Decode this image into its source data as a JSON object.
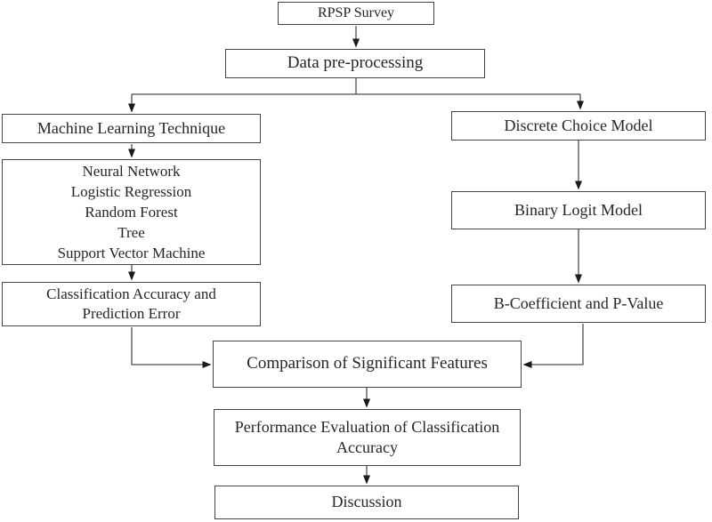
{
  "nodes": {
    "rpsp": {
      "label": "RPSP Survey"
    },
    "preprocess": {
      "label": "Data pre-processing"
    },
    "ml_technique": {
      "label": "Machine Learning Technique"
    },
    "ml_methods": {
      "lines": [
        "Neural Network",
        "Logistic Regression",
        "Random Forest",
        "Tree",
        "Support Vector Machine"
      ]
    },
    "classification": {
      "label": "Classification Accuracy and Prediction Error"
    },
    "discrete": {
      "label": "Discrete Choice Model"
    },
    "binary_logit": {
      "label": "Binary Logit Model"
    },
    "b_coefficient": {
      "label": "B-Coefficient and P-Value"
    },
    "comparison": {
      "label": "Comparison of Significant Features"
    },
    "performance": {
      "label": "Performance Evaluation of Classification Accuracy"
    },
    "discussion": {
      "label": "Discussion"
    }
  },
  "colors": {
    "background": "#ffffff",
    "box_border": "#454545",
    "text": "#262626",
    "connector_line": "#4d4d4d",
    "arrowhead": "#1a1a1a"
  }
}
